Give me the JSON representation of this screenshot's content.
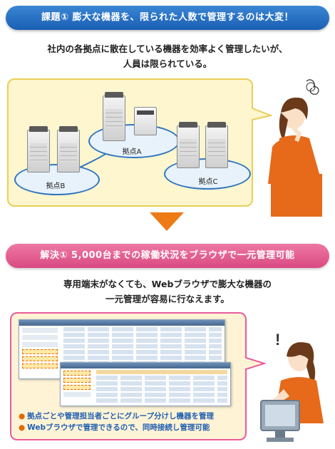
{
  "problem": {
    "banner": "課題① 膨大な機器を、限られた人数で管理するのは大変！",
    "lead_line1": "社内の各拠点に散在している機器を効率よく管理したいが、",
    "lead_line2": "人員は限られている。",
    "sites": [
      "拠点A",
      "拠点B",
      "拠点C"
    ]
  },
  "solution": {
    "banner": "解決① 5,000台までの稼働状況をブラウザで一元管理可能",
    "lead_line1": "専用端末がなくても、Webブラウザで膨大な機器の",
    "lead_line2": "一元管理が容易に行なえます。",
    "bullets": [
      "拠点ごとや管理担当者ごとにグループ分けし機器を管理",
      "Webブラウザで管理できるので、同時接続し管理可能"
    ]
  },
  "colors": {
    "problem_banner": "#1a5fb4",
    "solution_banner": "#d94a82",
    "arrow": "#ee7a16",
    "site_ellipse_border": "#2f75c0",
    "bullet_text": "#1f5fb0"
  }
}
